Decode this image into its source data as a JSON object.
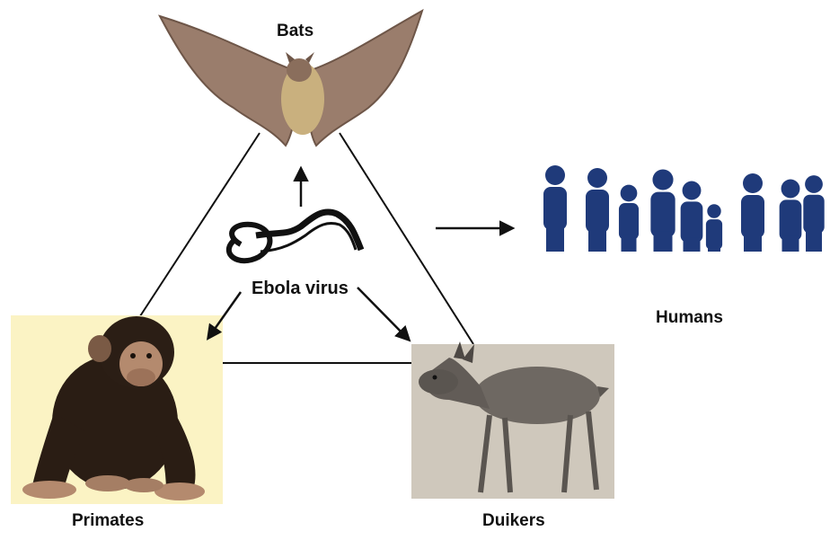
{
  "diagram": {
    "title": "",
    "nodes": {
      "bats": {
        "label": "Bats",
        "icon": "bat-icon"
      },
      "virus": {
        "label": "Ebola virus",
        "icon": "virus-icon"
      },
      "primates": {
        "label": "Primates",
        "icon": "chimpanzee-icon"
      },
      "duikers": {
        "label": "Duikers",
        "icon": "duiker-icon"
      },
      "humans": {
        "label": "Humans",
        "icon": "people-group-icon"
      }
    },
    "colors": {
      "humans": "#1f3a7a",
      "primate_bg": "#fbf3c4",
      "duiker_bg": "#cfc8bc",
      "bat": "#9a7d6c",
      "line": "#111111"
    }
  }
}
